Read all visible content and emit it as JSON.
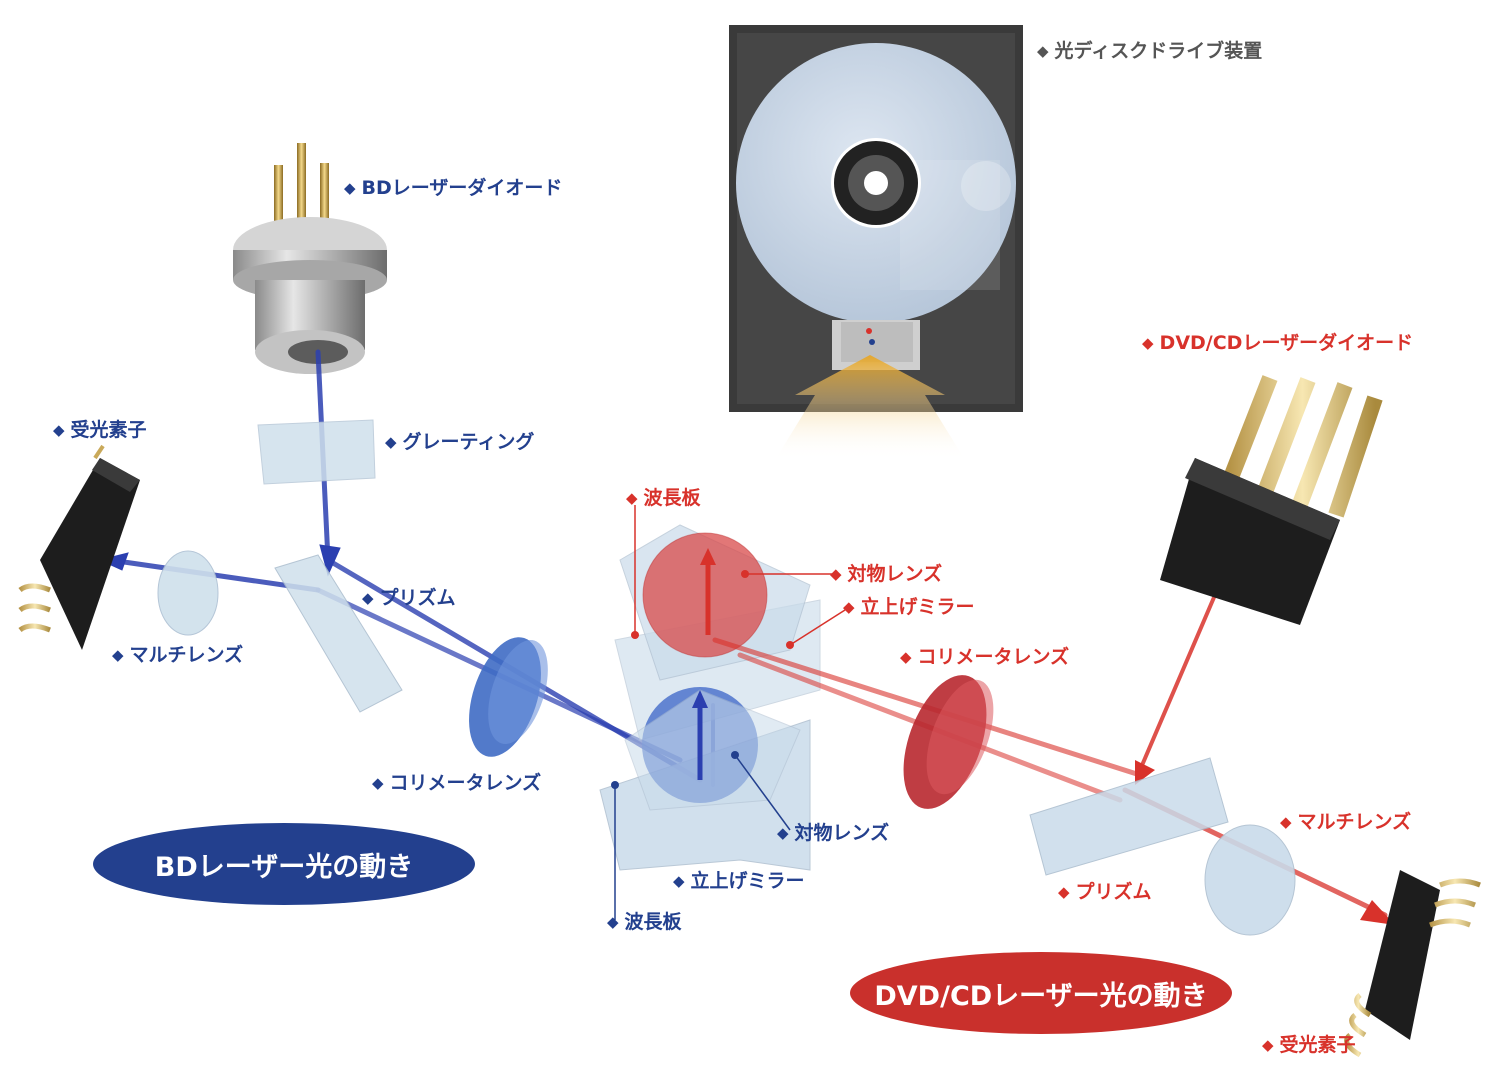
{
  "colors": {
    "bd": "#23408e",
    "dvd": "#d8322b",
    "drive": "#555555",
    "highlight": "#e8a41e"
  },
  "labels": {
    "drive": "光ディスクドライブ装置",
    "bd_laser": "BDレーザーダイオード",
    "bd_grating": "グレーティング",
    "bd_detector": "受光素子",
    "bd_prism": "プリズム",
    "bd_multilens": "マルチレンズ",
    "bd_collimator": "コリメータレンズ",
    "bd_objective": "対物レンズ",
    "bd_mirror": "立上げミラー",
    "bd_waveplate": "波長板",
    "dvd_laser": "DVD/CDレーザーダイオード",
    "dvd_waveplate": "波長板",
    "dvd_objective": "対物レンズ",
    "dvd_mirror": "立上げミラー",
    "dvd_collimator": "コリメータレンズ",
    "dvd_multilens": "マルチレンズ",
    "dvd_prism": "プリズム",
    "dvd_detector": "受光素子"
  },
  "legend": {
    "bd": "BDレーザー光の動き",
    "dvd": "DVD/CDレーザー光の動き"
  },
  "icons": {
    "bullet": "◆"
  }
}
